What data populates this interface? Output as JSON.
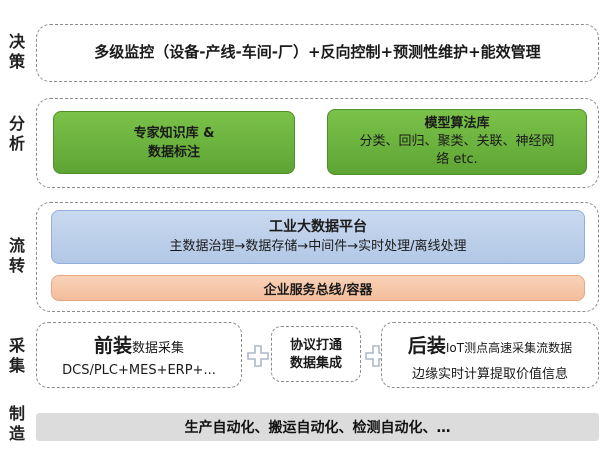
{
  "layers": {
    "decision": {
      "label": [
        "决",
        "策"
      ],
      "text": "多级监控（设备-产线-车间-厂）+反向控制+预测性维护+能效管理"
    },
    "analysis": {
      "label": [
        "分",
        "析"
      ],
      "box1": {
        "line1": "专家知识库 &",
        "line2": "数据标注"
      },
      "box2": {
        "title": "模型算法库",
        "line1": "分类、回归、聚类、关联、神经网",
        "line2": "络 etc."
      }
    },
    "flow": {
      "label": [
        "流",
        "转"
      ],
      "platform": {
        "title": "工业大数据平台",
        "text": "主数据治理→数据存储→中间件→实时处理/离线处理"
      },
      "bus": "企业服务总线/容器"
    },
    "collect": {
      "label": [
        "采",
        "集"
      ],
      "front": {
        "big": "前装",
        "small": "数据采集",
        "line2": "DCS/PLC+MES+ERP+..."
      },
      "middle": {
        "line1": "协议打通",
        "line2": "数据集成"
      },
      "back": {
        "big": "后装",
        "small": "IoT测点高速采集流数据",
        "line2": "边缘实时计算提取价值信息"
      }
    },
    "manufacture": {
      "label": [
        "制",
        "造"
      ],
      "text": "生产自动化、搬运自动化、检测自动化、…"
    }
  },
  "colors": {
    "green": "#6cb33f",
    "blue": "#bed1ea",
    "peach": "#f6c7a8",
    "gray": "#dcdcdc",
    "dash": "#8c8c8c"
  }
}
